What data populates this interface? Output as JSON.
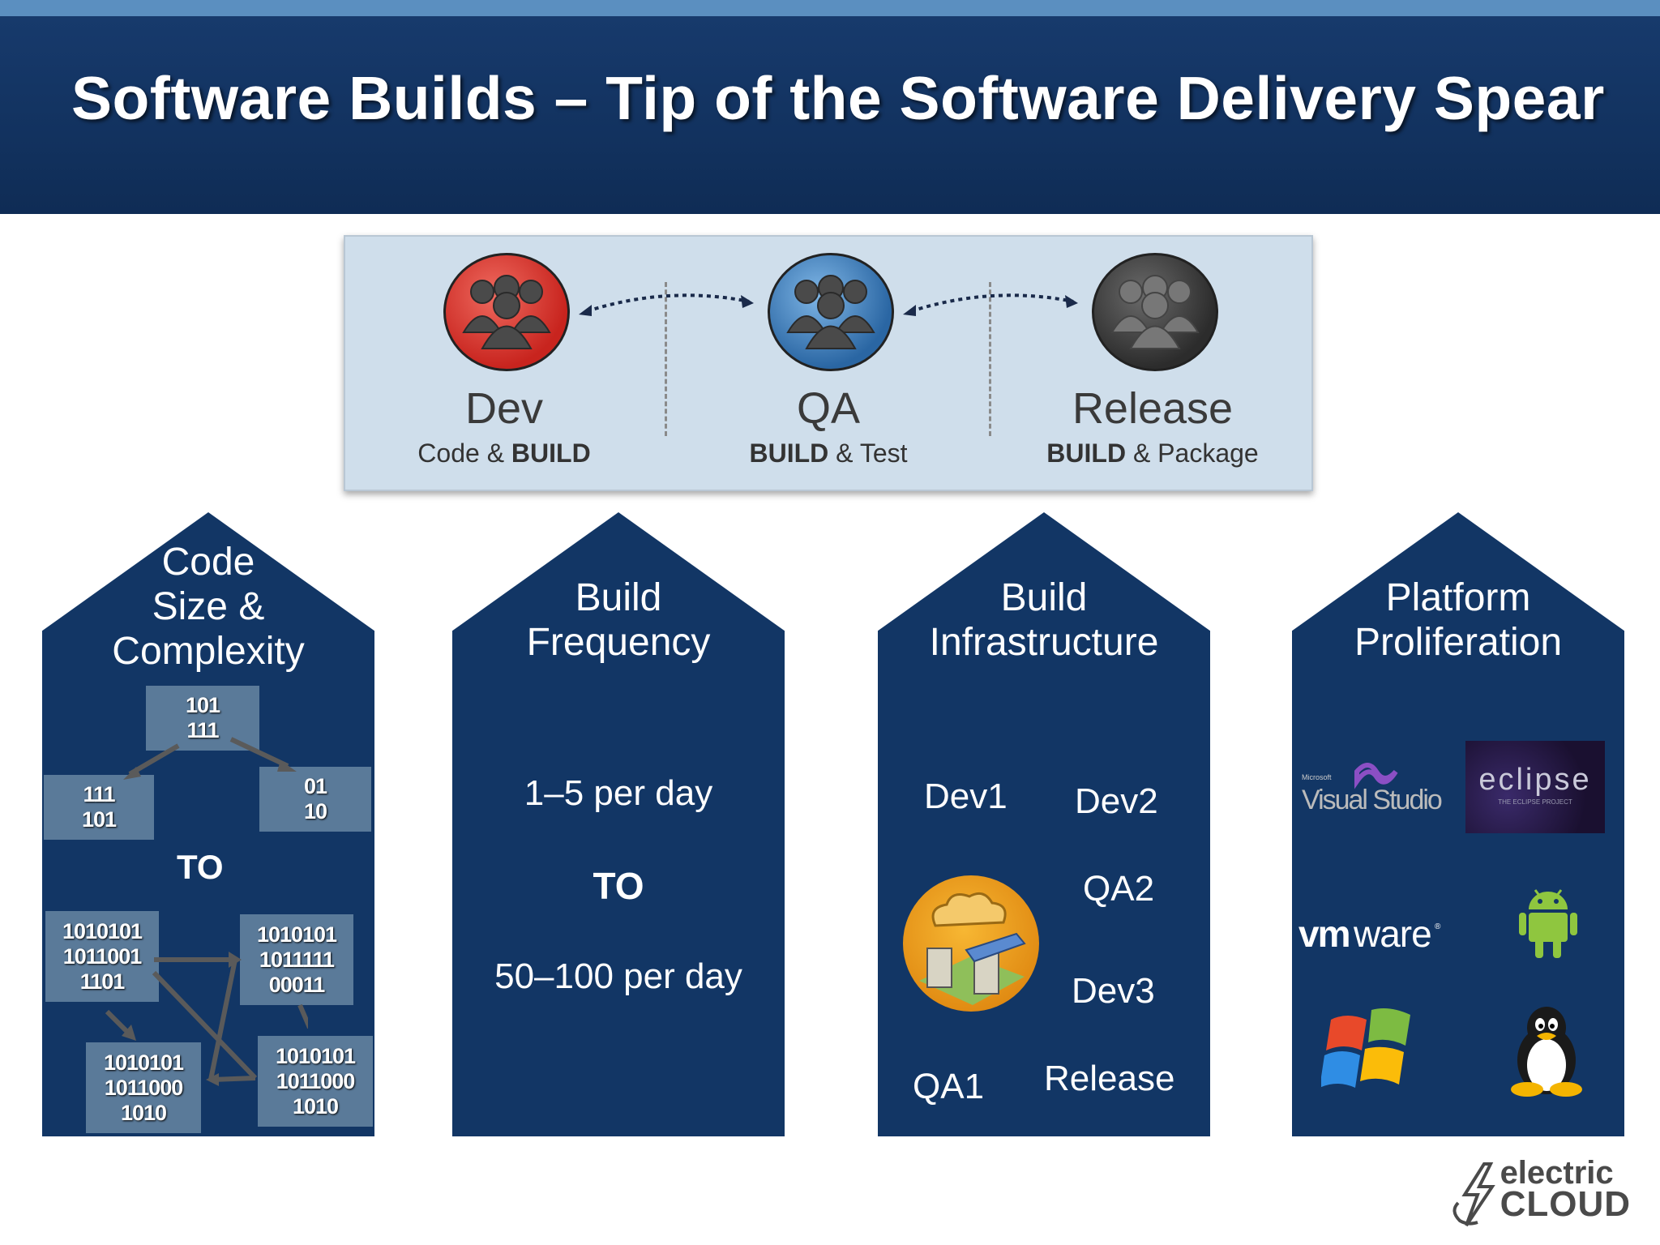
{
  "header": {
    "title": "Software Builds – Tip of the Software Delivery Spear"
  },
  "flow": {
    "stages": [
      {
        "name": "Dev",
        "sub_plain": "Code & ",
        "sub_bold": "BUILD",
        "color": "#d9302a"
      },
      {
        "name": "QA",
        "sub_bold": "BUILD",
        "sub_plain": " & Test",
        "color": "#2f6fa8"
      },
      {
        "name": "Release",
        "sub_bold": "BUILD",
        "sub_plain": " & Package",
        "color": "#3a3a3a"
      }
    ]
  },
  "pillars": {
    "code": {
      "title_lines": [
        "Code",
        "Size &",
        "Complexity"
      ],
      "small": [
        "101\n111",
        "111\n101",
        "01\n10"
      ],
      "to": "TO",
      "large": [
        "1010101\n1011001\n1101",
        "1010101\n1011111\n00011",
        "1010101\n1011000\n1010",
        "1010101\n1011000\n1010"
      ]
    },
    "frequency": {
      "title_lines": [
        "Build",
        "Frequency"
      ],
      "from": "1–5 per day",
      "to": "TO",
      "target": "50–100 per day"
    },
    "infrastructure": {
      "title_lines": [
        "Build",
        "Infrastructure"
      ],
      "labels": [
        "Dev1",
        "Dev2",
        "QA2",
        "Dev3",
        "QA1",
        "Release"
      ]
    },
    "platform": {
      "title_lines": [
        "Platform",
        "Proliferation"
      ],
      "logos": [
        "visual-studio-logo",
        "eclipse-logo",
        "vmware-logo",
        "android-logo",
        "windows-logo",
        "linux-tux-logo"
      ]
    }
  },
  "brand": {
    "line1": "electric",
    "line2": "CLOUD"
  }
}
